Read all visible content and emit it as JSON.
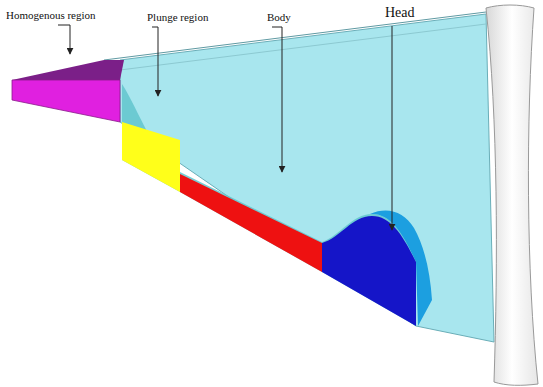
{
  "diagram": {
    "labels": [
      "Homogenous region",
      "Plunge region",
      "Body",
      "Head"
    ]
  }
}
